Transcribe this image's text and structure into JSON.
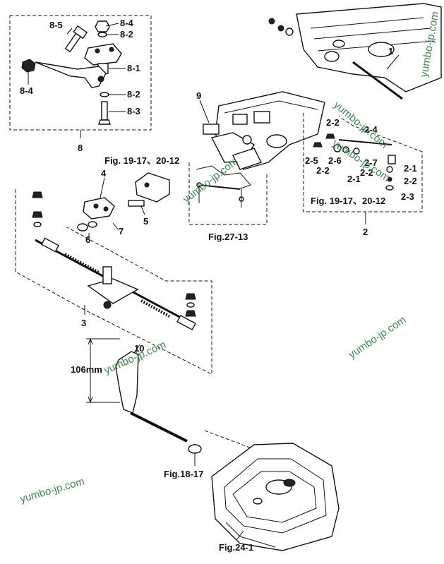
{
  "callouts": {
    "c1": "1",
    "c2": "2",
    "c2_1a": "2-1",
    "c2_1b": "2-1",
    "c2_2a": "2-2",
    "c2_2b": "2-2",
    "c2_2c": "2-2",
    "c2_2d": "2-2",
    "c2_3": "2-3",
    "c2_4": "2-4",
    "c2_5": "2-5",
    "c2_6": "2-6",
    "c2_7": "2-7",
    "c3": "3",
    "c4": "4",
    "c5": "5",
    "c6": "6",
    "c7": "7",
    "c8": "8",
    "c8_1": "8-1",
    "c8_2a": "8-2",
    "c8_2b": "8-2",
    "c8_3": "8-3",
    "c8_4a": "8-4",
    "c8_4b": "8-4",
    "c8_5": "8-5",
    "c9": "9",
    "c10": "10"
  },
  "references": {
    "fig_19_17_top": "Fig. 19-17、20-12",
    "fig_19_17_right": "Fig. 19-17、20-12",
    "fig_27_13": "Fig.27-13",
    "fig_18_17": "Fig.18-17",
    "fig_24_1": "Fig.24-1"
  },
  "dimension": "106mm",
  "watermarks": [
    "yumbo-jp.com",
    "yumbo-jp.com",
    "yumbo-jp.com",
    "yumbo-jp.com",
    "yumbo-jp.com",
    "yumbo-jp.com",
    "yumbo-jp.com"
  ],
  "colors": {
    "watermark": "#3a8a4f",
    "line": "#111111"
  }
}
